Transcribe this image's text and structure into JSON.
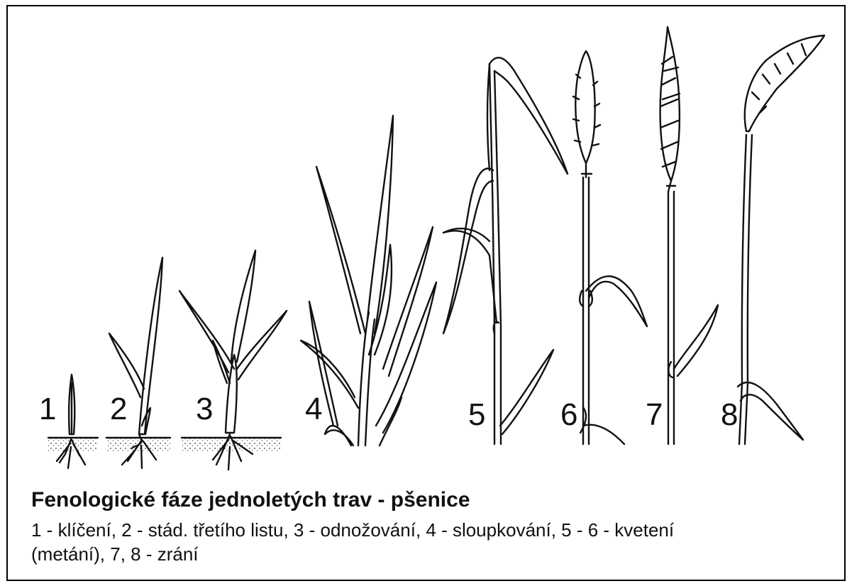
{
  "figure": {
    "title": "Fenologické fáze jednoletých trav - pšenice",
    "description_line1": "1 - klíčení, 2 - stád. třetího listu, 3 - odnožování, 4 - sloupkování, 5 - 6 - kvetení",
    "description_line2": "(metání), 7, 8 - zrání"
  },
  "stages": [
    {
      "number": "1"
    },
    {
      "number": "2"
    },
    {
      "number": "3"
    },
    {
      "number": "4"
    },
    {
      "number": "5"
    },
    {
      "number": "6"
    },
    {
      "number": "7"
    },
    {
      "number": "8"
    }
  ],
  "colors": {
    "ink": "#111111",
    "background": "#ffffff"
  }
}
